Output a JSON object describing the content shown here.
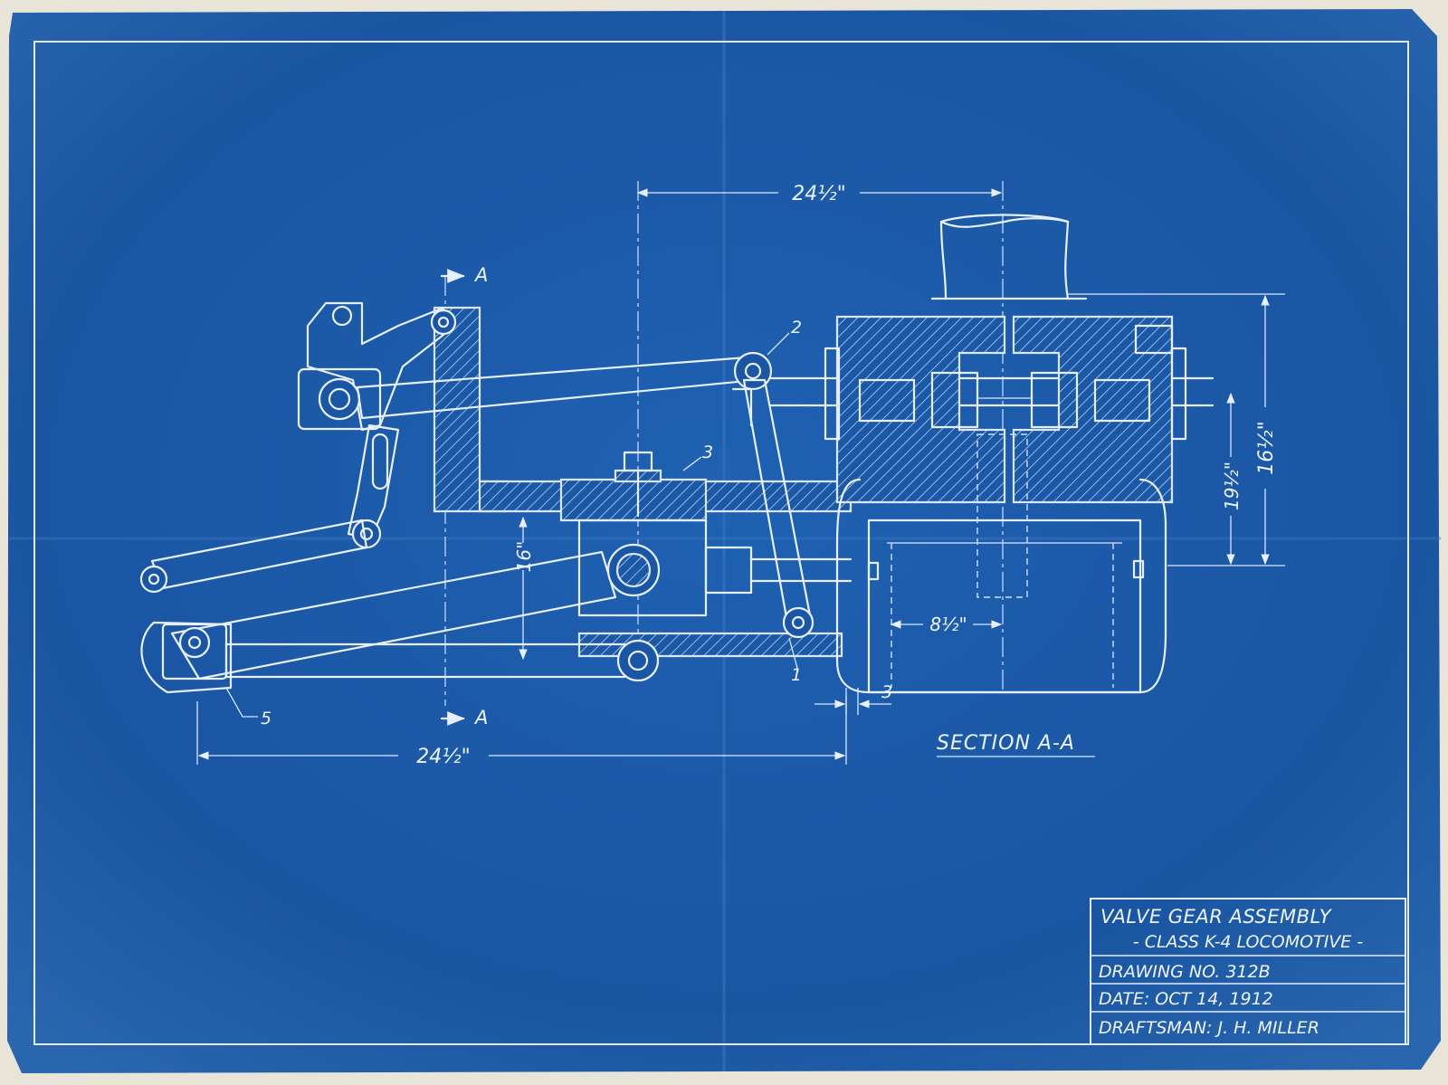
{
  "drawing": {
    "dimensions": {
      "top_width": "24½\"",
      "bottom_width": "24½\"",
      "right_height": "16½\"",
      "right_inner_height": "19½\"",
      "vertical_mid": "16\"",
      "bore": "8½\"",
      "gap": "3"
    },
    "section_markers": {
      "top": "A",
      "bottom": "A"
    },
    "callouts": [
      "1",
      "2",
      "3",
      "5"
    ],
    "section_label": "SECTION A-A"
  },
  "title_block": {
    "title": "VALVE GEAR ASSEMBLY",
    "subtitle": "- CLASS K-4 LOCOMOTIVE -",
    "drawing_no": "DRAWING NO. 312B",
    "date": "DATE: OCT 14, 1912",
    "draftsman": "DRAFTSMAN: J. H. MILLER"
  },
  "colors": {
    "paper": "#1d5aa6",
    "ink": "#e8f0ff"
  }
}
